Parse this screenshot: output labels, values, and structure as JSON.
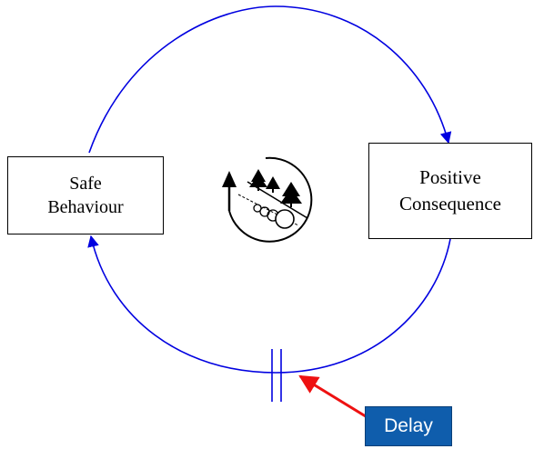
{
  "nodes": {
    "safe_behaviour": {
      "line1": "Safe",
      "line2": "Behaviour"
    },
    "positive_consequence": {
      "line1": "Positive",
      "line2": "Consequence"
    }
  },
  "delay_label": "Delay",
  "loop_type_icon": "snowball-rolling-downhill-icon",
  "colors": {
    "loop": "#0000e0",
    "delay_arrow": "#ee1111",
    "delay_box": "#0f5dac",
    "text": "#000000",
    "background": "#ffffff"
  }
}
